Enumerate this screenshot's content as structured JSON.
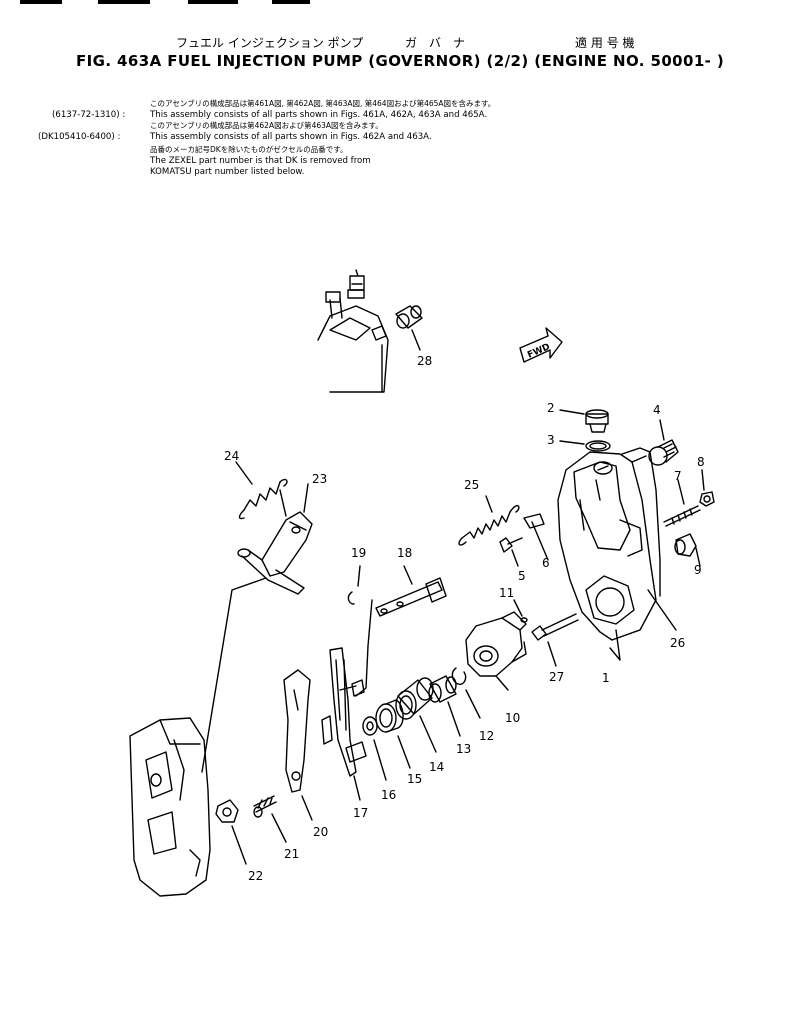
{
  "header": {
    "jp_title_parts": [
      "フュエル インジェクション ポンプ",
      "ガ　バ　ナ",
      "適 用 号 機"
    ],
    "fig_title": "FIG. 463A   FUEL  INJECTION  PUMP  (GOVERNOR)  (2/2)  (ENGINE  NO. 50001- )"
  },
  "notes": [
    {
      "code": "",
      "jp": true,
      "text": "このアセンブリの構成部品は第461A図, 第462A図, 第463A図, 第464図および第465A図を含みます。"
    },
    {
      "code": "(6137-72-1310) :",
      "jp": false,
      "text": "This assembly consists of all parts shown in Figs. 461A, 462A, 463A and 465A."
    },
    {
      "code": "",
      "jp": true,
      "text": "このアセンブリの構成部品は第462A図および第463A図を含みます。"
    },
    {
      "code": "(DK105410-6400) :",
      "jp": false,
      "text": "This assembly consists of all parts shown in Figs. 462A and 463A."
    },
    {
      "code": "",
      "jp": true,
      "text": "品番のメーカ記号DKを除いたものがゼクセルの品番です。"
    },
    {
      "code": "",
      "jp": false,
      "text": "The ZEXEL part number is that DK is removed from"
    },
    {
      "code": "",
      "jp": false,
      "text": "KOMATSU part number listed below."
    }
  ],
  "fwd_label": "FWD",
  "callouts": [
    "1",
    "2",
    "3",
    "4",
    "5",
    "6",
    "7",
    "8",
    "9",
    "10",
    "11",
    "12",
    "13",
    "14",
    "15",
    "16",
    "17",
    "18",
    "19",
    "20",
    "21",
    "22",
    "23",
    "24",
    "25",
    "26",
    "27",
    "28"
  ]
}
